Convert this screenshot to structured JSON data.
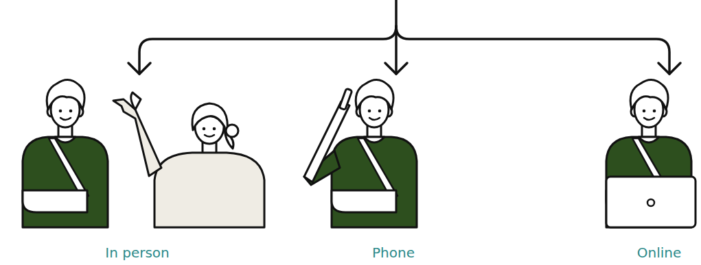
{
  "diagram": {
    "labels": [
      "In person",
      "Phone",
      "Online"
    ]
  }
}
